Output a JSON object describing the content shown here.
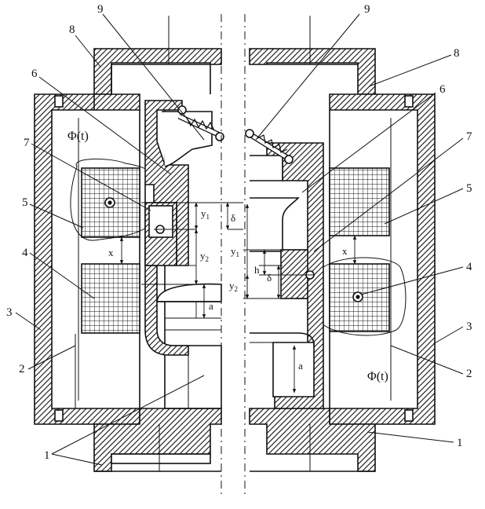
{
  "part_numbers": {
    "n1": "1",
    "n2": "2",
    "n3": "3",
    "n4": "4",
    "n5": "5",
    "n6": "6",
    "n7": "7",
    "n8": "8",
    "n9": "9"
  },
  "symbols": {
    "flux": "Φ(t)",
    "x": "x",
    "y": "y",
    "y1_sub": "1",
    "y2_sub": "2",
    "delta": "δ",
    "a": "a",
    "h": "h"
  },
  "colors": {
    "ink": "#111111",
    "paper": "#ffffff"
  }
}
